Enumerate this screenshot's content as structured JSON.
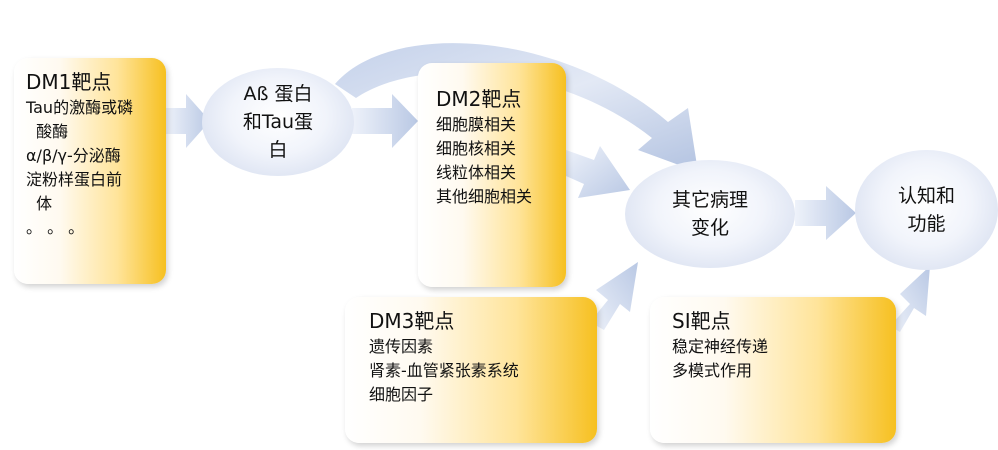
{
  "dm1": {
    "title": "DM1靶点",
    "lines": [
      "Tau的激酶或磷",
      "  酸酶",
      "α/β/γ-分泌酶",
      "淀粉样蛋白前",
      "  体",
      "。 。 。"
    ]
  },
  "ab_protein": {
    "label": "Aß 蛋白\n和Tau蛋\n白"
  },
  "dm2": {
    "title": "DM2靶点",
    "lines": [
      "细胞膜相关",
      "细胞核相关",
      "线粒体相关",
      "其他细胞相关"
    ]
  },
  "dm3": {
    "title": "DM3靶点",
    "lines": [
      "遗传因素",
      "肾素-血管紧张素系统",
      "细胞因子"
    ]
  },
  "other_changes": {
    "label": "其它病理\n变化"
  },
  "si": {
    "title": "SI靶点",
    "lines": [
      "稳定神经传递",
      "多模式作用"
    ]
  },
  "cognition": {
    "label": "认知和\n功能"
  },
  "colors": {
    "box_gold": "#f6c020",
    "arrow_blue": "#bccbe6",
    "oval_edge": "#cfd8ec"
  }
}
